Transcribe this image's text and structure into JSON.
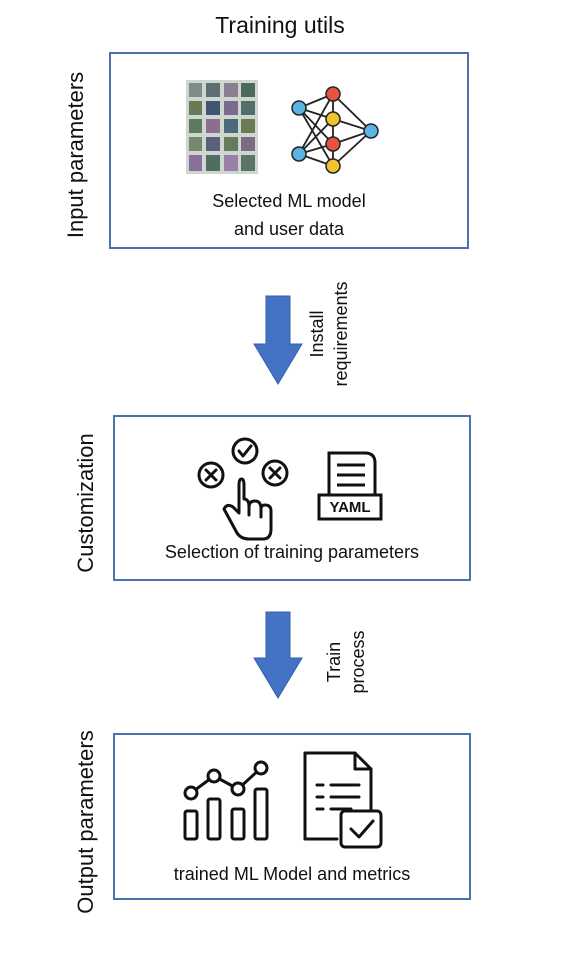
{
  "title": "Training utils",
  "stages": {
    "input": {
      "side_label": "Input parameters",
      "text_line1": "Selected ML model",
      "text_line2": "and user data"
    },
    "custom": {
      "side_label": "Customization",
      "text": "Selection of training parameters",
      "yaml_label": "YAML"
    },
    "output": {
      "side_label": "Output parameters",
      "text": "trained ML Model and metrics"
    }
  },
  "arrows": {
    "first": {
      "line1": "Install",
      "line2": "requirements"
    },
    "second": {
      "line1": "Train",
      "line2": "process"
    }
  },
  "colors": {
    "box_border": "#4a72b0",
    "arrow": "#4472c4",
    "node_blue": "#5ab4e5",
    "node_red": "#e8533f",
    "node_yellow": "#f2c12e"
  },
  "icons": [
    "image-grid-icon",
    "neural-network-icon",
    "selection-hand-icon",
    "yaml-file-icon",
    "bar-line-chart-icon",
    "report-check-icon"
  ]
}
